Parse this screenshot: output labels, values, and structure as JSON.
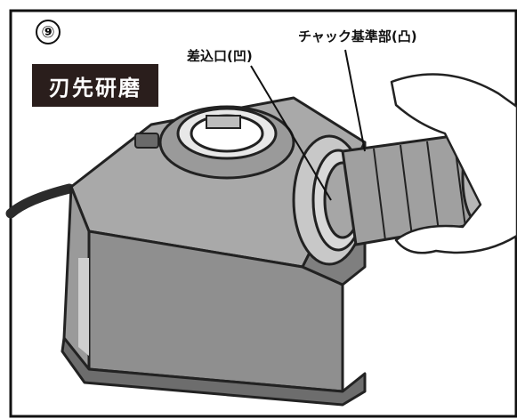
{
  "step": {
    "number": "⑨"
  },
  "title": {
    "text": "刃先研磨"
  },
  "callouts": {
    "chuck_reference": "チャック基準部(凸)",
    "insertion_port": "差込口(凹)"
  },
  "colors": {
    "frame": "#111111",
    "title_bg": "#2a1e1c",
    "device_body": "#8d8d8d",
    "device_top": "#a6a6a6",
    "device_dark": "#5e5e5e"
  }
}
